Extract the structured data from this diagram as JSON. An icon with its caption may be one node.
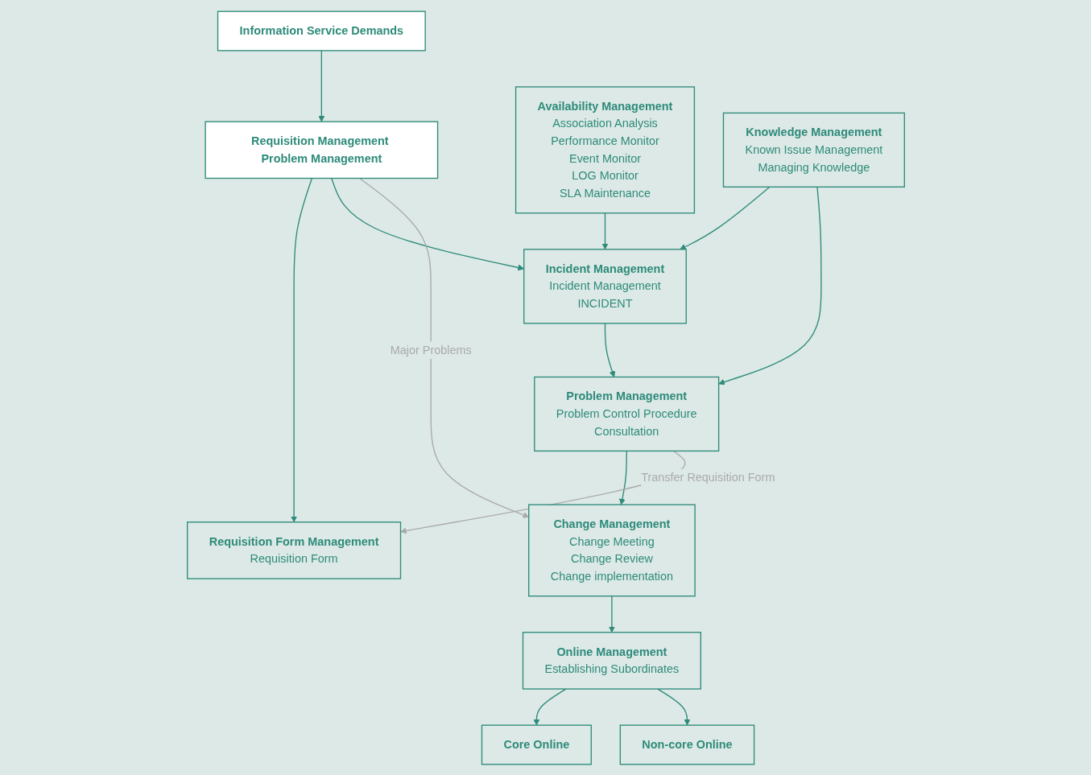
{
  "diagram": {
    "nodes": [
      {
        "text": [
          "Information Service Demands"
        ]
      },
      {
        "text": [
          "Requisition Management Problem Management"
        ]
      },
      {
        "text": [
          "Requisition Form Management",
          "Requisition Form"
        ]
      },
      {
        "text": [
          "Incident Management",
          "Incident Management",
          "INCIDENT"
        ]
      },
      {
        "text": [
          "Problem Management",
          "Problem Control Procedure",
          "Consultation"
        ]
      },
      {
        "text": [
          "Change Management",
          "Change Meeting",
          "Change Review",
          "Change implementation"
        ]
      },
      {
        "text": [
          "Availability Management",
          "Association Analysis",
          "Performance Monitor",
          "Event Monitor",
          "LOG Monitor",
          "SLA Maintenance"
        ]
      },
      {
        "text": [
          "Knowledge Management",
          "Known Issue Management",
          "Managing Knowledge"
        ]
      },
      {
        "text": [
          "Online Management",
          "Establishing Subordinates"
        ]
      },
      {
        "text": [
          "Core Online"
        ]
      },
      {
        "text": [
          "Non-core Online"
        ]
      }
    ],
    "edges": [
      {
        "from": 0,
        "to": 1,
        "arrow": "to"
      },
      {
        "from": 1,
        "to": 2,
        "arrow": "to"
      },
      {
        "from": 1,
        "to": 3,
        "arrow": "to"
      },
      {
        "from": 1,
        "to": 5,
        "arrow": "to",
        "label": "Major Problems",
        "color": "#aaaaaa"
      },
      {
        "from": 3,
        "to": 4,
        "arrow": "to"
      },
      {
        "from": 4,
        "to": 5,
        "arrow": "to"
      },
      {
        "from": 6,
        "to": 3,
        "arrow": "to"
      },
      {
        "from": 7,
        "to": 3,
        "arrow": "to"
      },
      {
        "from": 7,
        "to": 4,
        "arrow": "to"
      },
      {
        "from": 4,
        "to": 2,
        "arrow": "to",
        "label": "Transfer Requisition Form",
        "color": "#aaaaaa"
      },
      {
        "from": 5,
        "to": 8,
        "arrow": "to"
      },
      {
        "from": 8,
        "to": 9,
        "arrow": "to"
      },
      {
        "from": 8,
        "to": 10,
        "arrow": "to"
      }
    ]
  }
}
